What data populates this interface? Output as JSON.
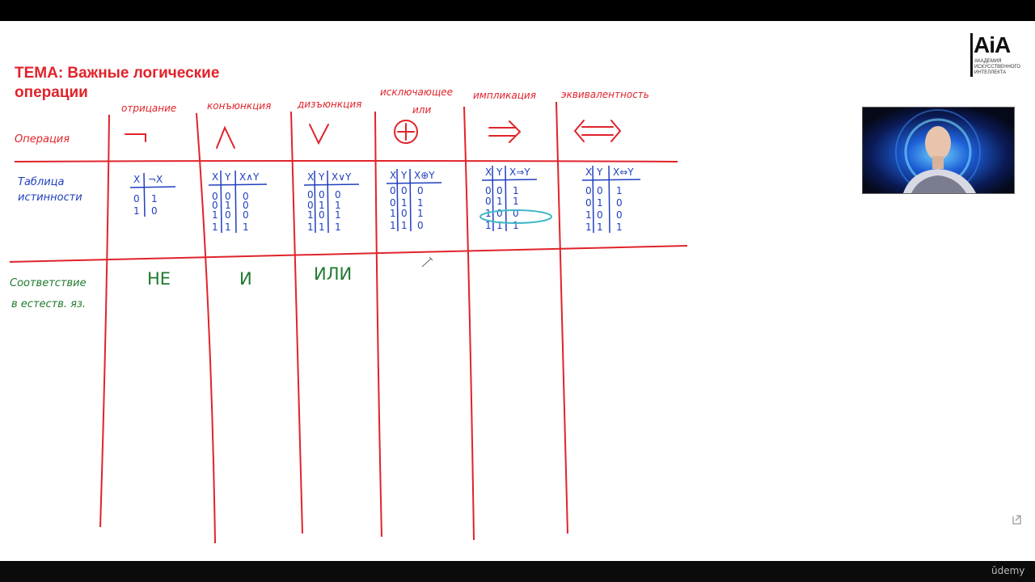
{
  "slide": {
    "title": "ТЕМА: Важные логические операции",
    "logo": {
      "text": "AiA",
      "subtitle": "АКАДЕМИЯ ИСКУССТВЕННОГО ИНТЕЛЛЕКТА"
    }
  },
  "board": {
    "row_headers": {
      "operation": "Операция",
      "truth_table": [
        "Таблица",
        "истинности"
      ],
      "natural_language": [
        "Соответствие",
        "в естеств. яз."
      ]
    },
    "columns": [
      {
        "name": [
          "отрицание"
        ],
        "symbol_icon": "negation-symbol",
        "table": {
          "headers": [
            "X",
            "¬X"
          ],
          "rows": [
            [
              "0",
              "1"
            ],
            [
              "1",
              "0"
            ]
          ]
        },
        "natural": "НЕ"
      },
      {
        "name": [
          "конъюнкция"
        ],
        "symbol_icon": "conjunction-symbol",
        "table": {
          "headers": [
            "X",
            "Y",
            "X∧Y"
          ],
          "rows": [
            [
              "0",
              "0",
              "0"
            ],
            [
              "0",
              "1",
              "0"
            ],
            [
              "1",
              "0",
              "0"
            ],
            [
              "1",
              "1",
              "1"
            ]
          ]
        },
        "natural": "И"
      },
      {
        "name": [
          "дизъюнкция"
        ],
        "symbol_icon": "disjunction-symbol",
        "table": {
          "headers": [
            "X",
            "Y",
            "X∨Y"
          ],
          "rows": [
            [
              "0",
              "0",
              "0"
            ],
            [
              "0",
              "1",
              "1"
            ],
            [
              "1",
              "0",
              "1"
            ],
            [
              "1",
              "1",
              "1"
            ]
          ]
        },
        "natural": "ИЛИ"
      },
      {
        "name": [
          "исключающее",
          "или"
        ],
        "symbol_icon": "xor-symbol",
        "table": {
          "headers": [
            "X",
            "Y",
            "X⊕Y"
          ],
          "rows": [
            [
              "0",
              "0",
              "0"
            ],
            [
              "0",
              "1",
              "1"
            ],
            [
              "1",
              "0",
              "1"
            ],
            [
              "1",
              "1",
              "0"
            ]
          ]
        },
        "natural": ""
      },
      {
        "name": [
          "импликация"
        ],
        "symbol_icon": "implication-symbol",
        "table": {
          "headers": [
            "X",
            "Y",
            "X⇒Y"
          ],
          "rows": [
            [
              "0",
              "0",
              "1"
            ],
            [
              "0",
              "1",
              "1"
            ],
            [
              "1",
              "0",
              "0"
            ],
            [
              "1",
              "1",
              "1"
            ]
          ]
        },
        "natural": ""
      },
      {
        "name": [
          "эквивалентность"
        ],
        "symbol_icon": "equivalence-symbol",
        "table": {
          "headers": [
            "X",
            "Y",
            "X⇔Y"
          ],
          "rows": [
            [
              "0",
              "0",
              "1"
            ],
            [
              "0",
              "1",
              "0"
            ],
            [
              "1",
              "0",
              "0"
            ],
            [
              "1",
              "1",
              "1"
            ]
          ]
        },
        "natural": ""
      }
    ],
    "highlighted_row": {
      "column": "импликация",
      "row_index": 2
    },
    "colors": {
      "grid": "#e0232b",
      "ink_blue": "#1f3fbf",
      "ink_green": "#1e7a2e",
      "title_red": "#e0232b",
      "highlight": "#3fb8c8"
    }
  },
  "webcam": {
    "content": "presenter-video"
  },
  "player": {
    "brand": "ūdemy",
    "restore_icon": "restore-icon"
  }
}
